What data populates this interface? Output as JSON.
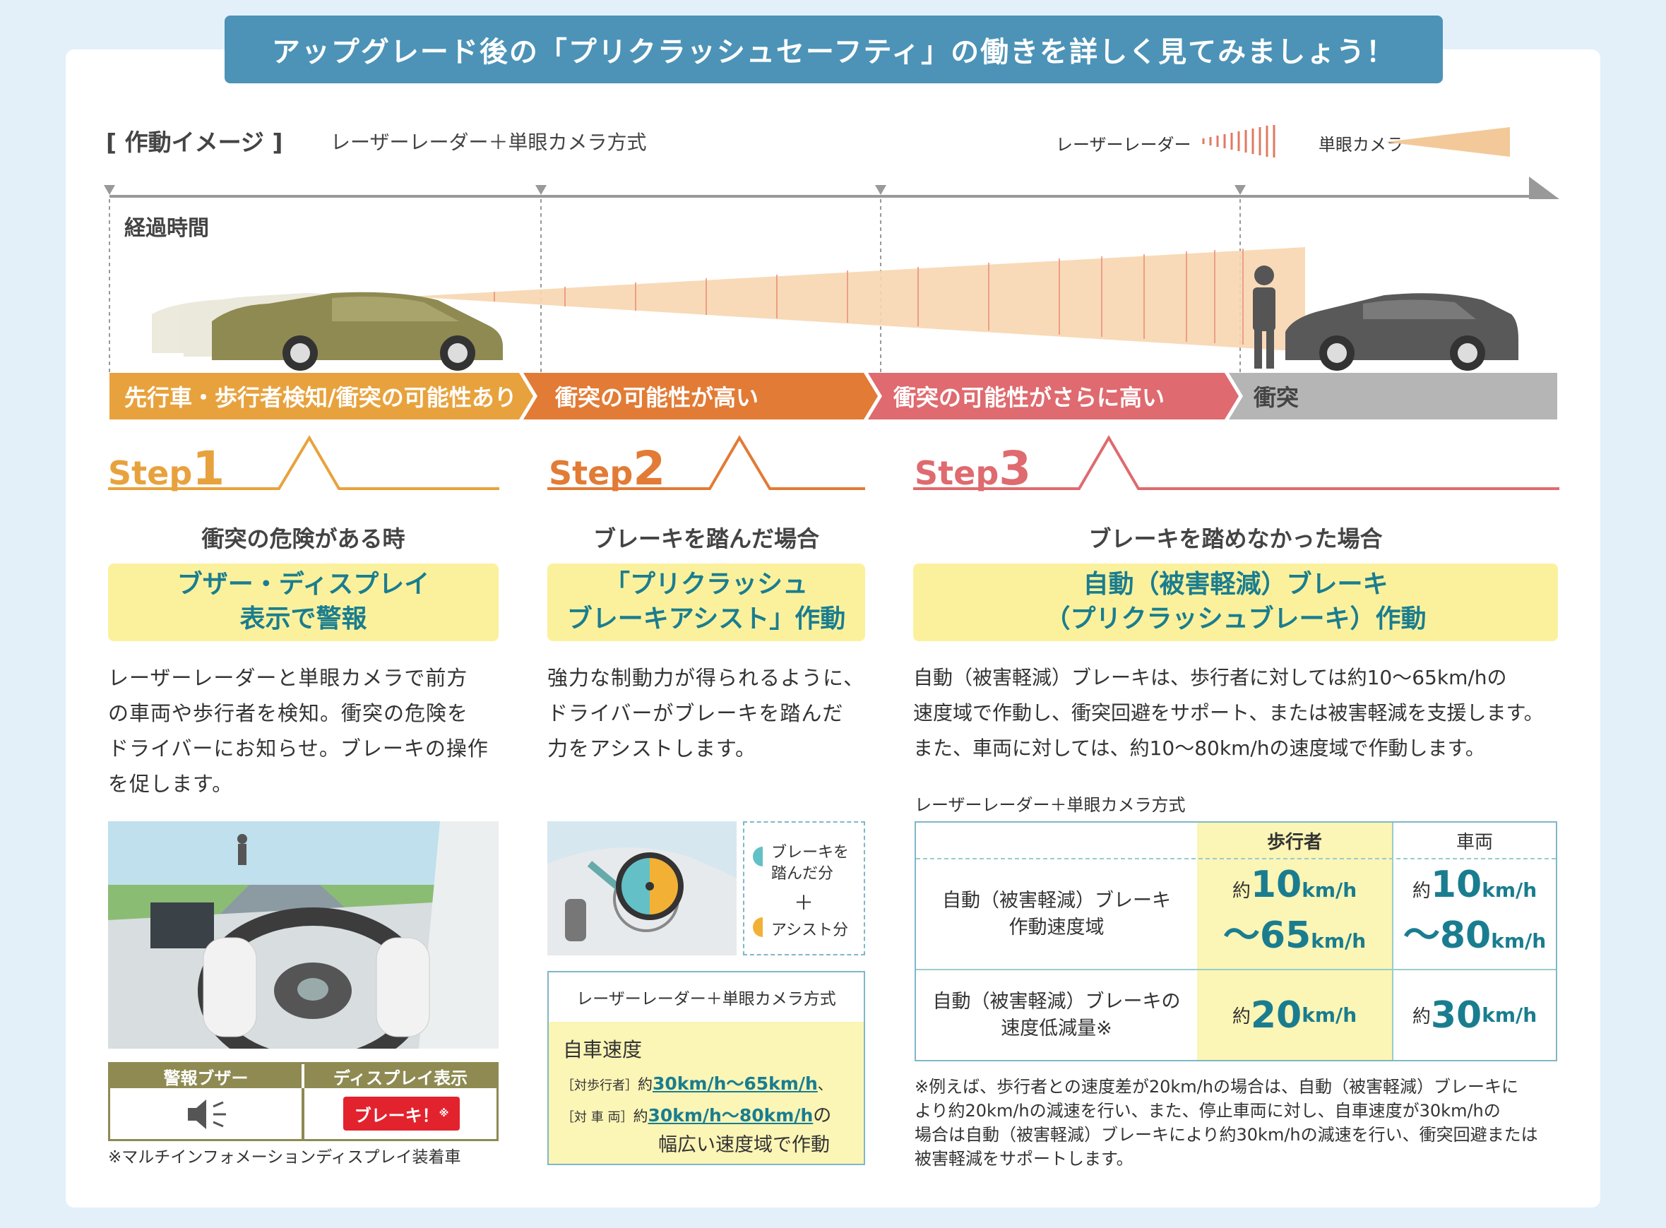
{
  "banner": "アップグレード後の「プリクラッシュセーフティ」の働きを詳しく見てみましょう！",
  "header": {
    "label": "[ 作動イメージ ]",
    "system": "レーザーレーダー＋単眼カメラ方式",
    "legend_radar": "レーザーレーダー",
    "legend_camera": "単眼カメラ"
  },
  "timeline": {
    "label": "経過時間",
    "phases": [
      "先行車・歩行者検知/衝突の可能性あり",
      "衝突の可能性が高い",
      "衝突の可能性がさらに高い",
      "衝突"
    ]
  },
  "steps": [
    {
      "word": "Step",
      "num": "1",
      "condition": "衝突の危険がある時",
      "action_line1": "ブザー・ディスプレイ",
      "action_line2": "表示で警報",
      "desc": [
        "レーザーレーダーと単眼カメラで前方",
        "の車両や歩行者を検知。衝突の危険を",
        "ドライバーにお知らせ。ブレーキの操作",
        "を促します。"
      ]
    },
    {
      "word": "Step",
      "num": "2",
      "condition": "ブレーキを踏んだ場合",
      "action_line1": "「プリクラッシュ",
      "action_line2": "ブレーキアシスト」作動",
      "desc": [
        "強力な制動力が得られるように、",
        "ドライバーがブレーキを踏んだ",
        "力をアシストします。"
      ]
    },
    {
      "word": "Step",
      "num": "3",
      "condition": "ブレーキを踏めなかった場合",
      "action_line1": "自動（被害軽減）ブレーキ",
      "action_line2": "（プリクラッシュブレーキ）作動",
      "desc": [
        "自動（被害軽減）ブレーキは、歩行者に対しては約10～65km/hの",
        "速度域で作動し、衝突回避をサポート、または被害軽減を支援します。",
        "また、車両に対しては、約10～80km/hの速度域で作動します。"
      ]
    }
  ],
  "step1_panel": {
    "col1": "警報ブザー",
    "col2": "ディスプレイ表示",
    "brake_badge": "ブレーキ！",
    "badge_mark": "※",
    "note": "※マルチインフォメーションディスプレイ装着車"
  },
  "step2_panel": {
    "legend_pressed": "ブレーキを踏んだ分",
    "legend_plus": "＋",
    "legend_assist": "アシスト分",
    "box_title": "レーザーレーダー＋単眼カメラ方式",
    "own_speed": "自車速度",
    "ped_tag": "［対歩行者］",
    "ped_prefix": "約",
    "ped_range": "30km/h～65km/h",
    "ped_suffix": "、",
    "veh_tag": "［対 車 両］",
    "veh_prefix": "約",
    "veh_range": "30km/h～80km/h",
    "veh_suffix": "の",
    "wide": "幅広い速度域で作動"
  },
  "step3_table": {
    "caption": "レーザーレーダー＋単眼カメラ方式",
    "col_ped": "歩行者",
    "col_veh": "車両",
    "row1_label_a": "自動（被害軽減）ブレーキ",
    "row1_label_b": "作動速度域",
    "row2_label_a": "自動（被害軽減）ブレーキの",
    "row2_label_b": "速度低減量※",
    "approx": "約",
    "r1_ped_from": "10",
    "r1_ped_to": "～65",
    "r1_veh_from": "10",
    "r1_veh_to": "～80",
    "r2_ped": "20",
    "r2_veh": "30",
    "unit": "km/h",
    "note": [
      "※例えば、歩行者との速度差が20km/hの場合は、自動（被害軽減）ブレーキに",
      "より約20km/hの減速を行い、また、停止車両に対し、自車速度が30km/hの",
      "場合は自動（被害軽減）ブレーキにより約30km/hの減速を行い、衝突回避または",
      "被害軽減をサポートします。"
    ]
  },
  "colors": {
    "orange": "#e8a23d",
    "orange2": "#e27b35",
    "red": "#df6a6f",
    "gray": "#9a9a9a",
    "teal": "#1a7d8f",
    "yellow": "#fbf19d",
    "banner": "#4c93b7"
  }
}
